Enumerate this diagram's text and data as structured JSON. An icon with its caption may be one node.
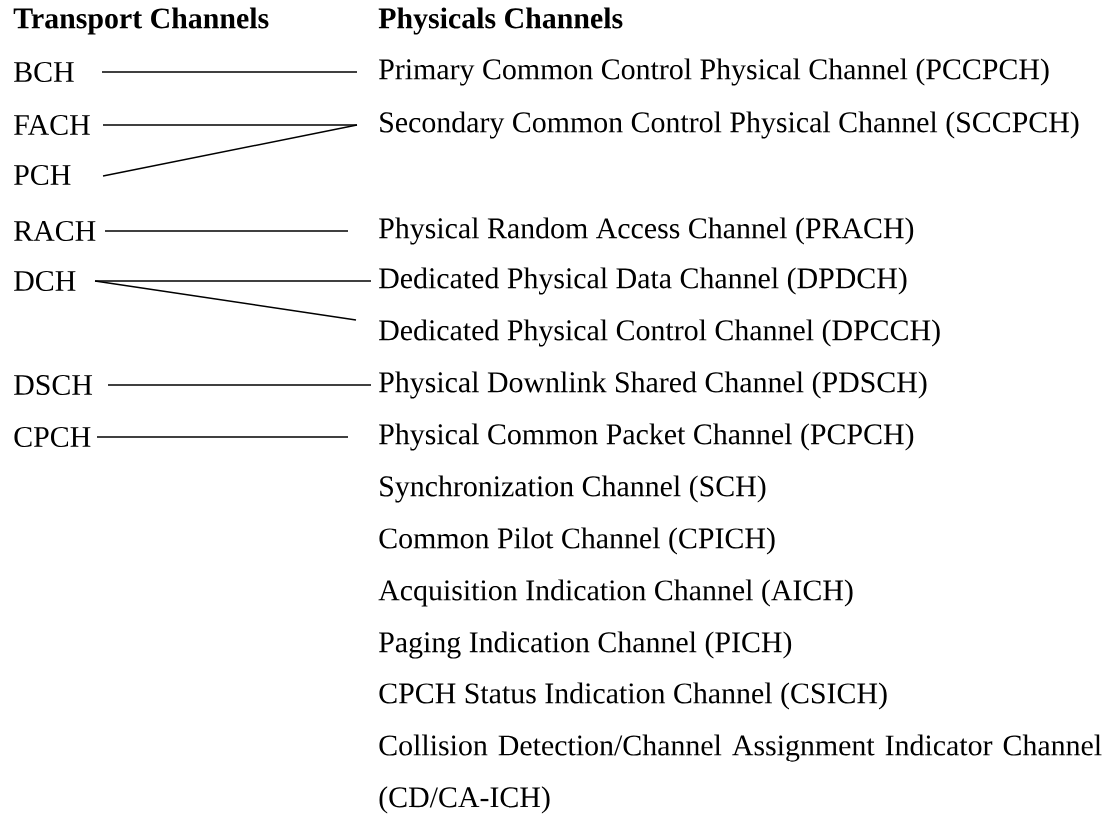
{
  "diagram": {
    "nodes": [
      {
        "text": [
          "BCH"
        ]
      },
      {
        "text": [
          "FACH"
        ]
      },
      {
        "text": [
          "PCH"
        ]
      },
      {
        "text": [
          "RACH"
        ]
      },
      {
        "text": [
          "DCH"
        ]
      },
      {
        "text": [
          "DSCH"
        ]
      },
      {
        "text": [
          "CPCH"
        ]
      },
      {
        "text": [
          "Primary Common Control Physical Channel (PCCPCH)"
        ]
      },
      {
        "text": [
          "Secondary Common Control Physical Channel (SCCPCH)"
        ]
      },
      {
        "text": [
          "Physical Random Access Channel (PRACH)"
        ]
      },
      {
        "text": [
          "Dedicated Physical Data Channel (DPDCH)"
        ]
      },
      {
        "text": [
          "Dedicated Physical Control Channel (DPCCH)"
        ]
      },
      {
        "text": [
          "Physical Downlink Shared Channel (PDSCH)"
        ]
      },
      {
        "text": [
          "Physical Common Packet Channel (PCPCH)"
        ]
      },
      {
        "text": [
          "Synchronization Channel (SCH)"
        ]
      },
      {
        "text": [
          "Common Pilot Channel (CPICH)"
        ]
      },
      {
        "text": [
          "Acquisition Indication Channel (AICH)"
        ]
      },
      {
        "text": [
          "Paging Indication Channel (PICH)"
        ]
      },
      {
        "text": [
          "CPCH Status Indication Channel (CSICH)"
        ]
      },
      {
        "text": [
          "Collision Detection/Channel Assignment Indicator Channel (CD/CA-ICH)"
        ]
      }
    ],
    "edges": [
      {
        "from": 0,
        "to": 7,
        "arrow": "none"
      },
      {
        "from": 1,
        "to": 8,
        "arrow": "none"
      },
      {
        "from": 2,
        "to": 8,
        "arrow": "none"
      },
      {
        "from": 3,
        "to": 9,
        "arrow": "none"
      },
      {
        "from": 4,
        "to": 10,
        "arrow": "none"
      },
      {
        "from": 4,
        "to": 11,
        "arrow": "none"
      },
      {
        "from": 5,
        "to": 12,
        "arrow": "none"
      },
      {
        "from": 6,
        "to": 13,
        "arrow": "none"
      }
    ],
    "labels": [
      "Transport Channels",
      "Physicals Channels"
    ]
  }
}
